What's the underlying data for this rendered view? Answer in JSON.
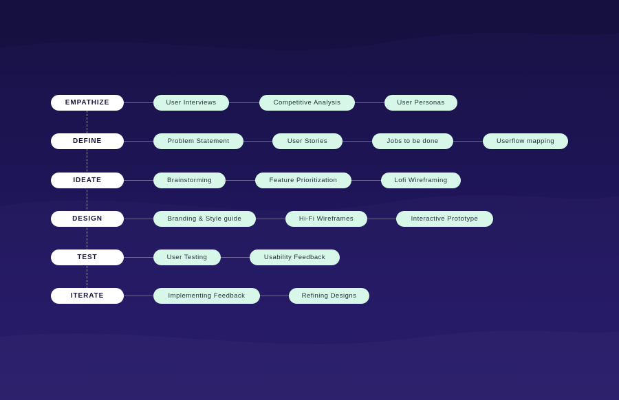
{
  "colors": {
    "background": "#1e1558",
    "stage_pill": "#ffffff",
    "task_pill": "#d7f8e8",
    "connector": "#ffffff"
  },
  "stages": [
    {
      "label": "EMPATHIZE",
      "tasks": [
        "User Interviews",
        "Competitive Analysis",
        "User Personas"
      ]
    },
    {
      "label": "DEFINE",
      "tasks": [
        "Problem Statement",
        "User Stories",
        "Jobs to be done",
        "Userflow mapping"
      ]
    },
    {
      "label": "IDEATE",
      "tasks": [
        "Brainstorming",
        "Feature Prioritization",
        "Lofi Wireframing"
      ]
    },
    {
      "label": "DESIGN",
      "tasks": [
        "Branding & Style guide",
        "Hi-Fi Wireframes",
        "Interactive Prototype"
      ]
    },
    {
      "label": "TEST",
      "tasks": [
        "User Testing",
        "Usability Feedback"
      ]
    },
    {
      "label": "ITERATE",
      "tasks": [
        "Implementing Feedback",
        "Refining Designs"
      ]
    }
  ]
}
